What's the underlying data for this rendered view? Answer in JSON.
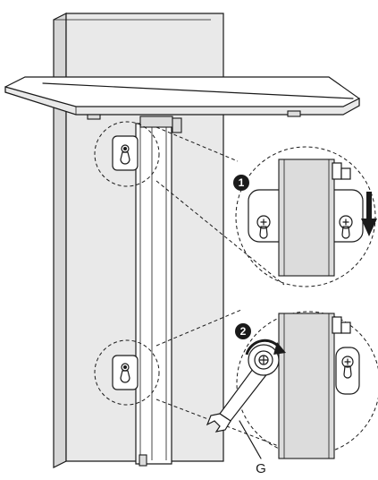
{
  "steps": [
    {
      "number": "1"
    },
    {
      "number": "2"
    }
  ],
  "part_label": "G",
  "icons": [
    "keyhole-bracket-icon",
    "screw-icon",
    "down-arrow-icon",
    "rotation-arrow-icon",
    "wrench-icon"
  ]
}
